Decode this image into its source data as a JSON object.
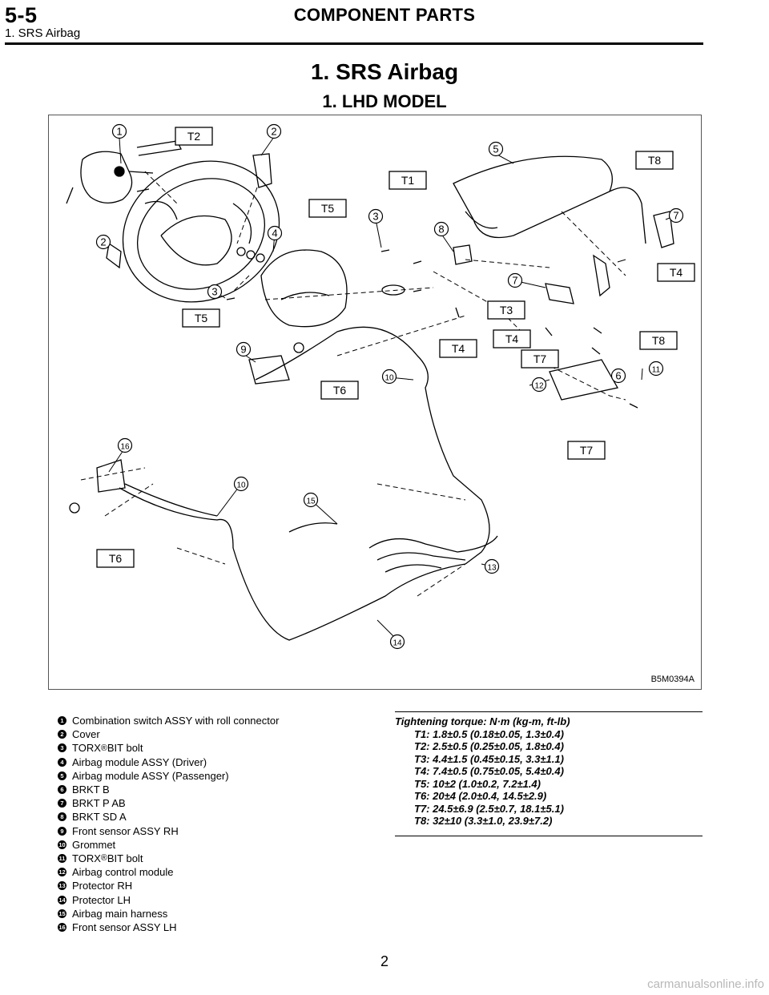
{
  "header": {
    "section": "5-5",
    "subsection": "1. SRS Airbag",
    "title": "COMPONENT PARTS"
  },
  "page": {
    "heading": "1.  SRS Airbag",
    "subheading": "1.  LHD MODEL",
    "figure_id": "B5M0394A",
    "page_number": "2",
    "watermark": "carmanualsonline.info"
  },
  "diagram": {
    "torque_boxes": [
      "T2",
      "T8",
      "T1",
      "T5",
      "T4",
      "T3",
      "T5",
      "T4",
      "T8",
      "T4",
      "T7",
      "T6",
      "T7",
      "T6"
    ],
    "callouts": [
      "1",
      "2",
      "5",
      "3",
      "8",
      "2",
      "4",
      "6",
      "7",
      "7",
      "3",
      "9",
      "10",
      "11",
      "12",
      "16",
      "10",
      "15",
      "13",
      "14"
    ]
  },
  "legend": [
    {
      "n": "1",
      "text": "Combination switch ASSY with roll connector"
    },
    {
      "n": "2",
      "text": "Cover"
    },
    {
      "n": "3",
      "text": "TORX",
      "sup": "®",
      "rest": " BIT bolt"
    },
    {
      "n": "4",
      "text": "Airbag module ASSY (Driver)"
    },
    {
      "n": "5",
      "text": "Airbag module ASSY (Passenger)"
    },
    {
      "n": "6",
      "text": "BRKT B"
    },
    {
      "n": "7",
      "text": "BRKT P AB"
    },
    {
      "n": "8",
      "text": "BRKT SD A"
    },
    {
      "n": "9",
      "text": "Front sensor ASSY RH"
    },
    {
      "n": "10",
      "text": "Grommet"
    },
    {
      "n": "11",
      "text": "TORX",
      "sup": "®",
      "rest": " BIT bolt"
    },
    {
      "n": "12",
      "text": "Airbag control module"
    },
    {
      "n": "13",
      "text": "Protector RH"
    },
    {
      "n": "14",
      "text": "Protector LH"
    },
    {
      "n": "15",
      "text": "Airbag main harness"
    },
    {
      "n": "16",
      "text": "Front sensor ASSY LH"
    }
  ],
  "torque": {
    "title": "Tightening torque: N·m (kg-m, ft-lb)",
    "rows": [
      "T1: 1.8±0.5 (0.18±0.05, 1.3±0.4)",
      "T2: 2.5±0.5 (0.25±0.05, 1.8±0.4)",
      "T3: 4.4±1.5 (0.45±0.15, 3.3±1.1)",
      "T4: 7.4±0.5 (0.75±0.05, 5.4±0.4)",
      "T5: 10±2 (1.0±0.2, 7.2±1.4)",
      "T6: 20±4 (2.0±0.4, 14.5±2.9)",
      "T7: 24.5±6.9 (2.5±0.7, 18.1±5.1)",
      "T8: 32±10 (3.3±1.0, 23.9±7.2)"
    ]
  }
}
